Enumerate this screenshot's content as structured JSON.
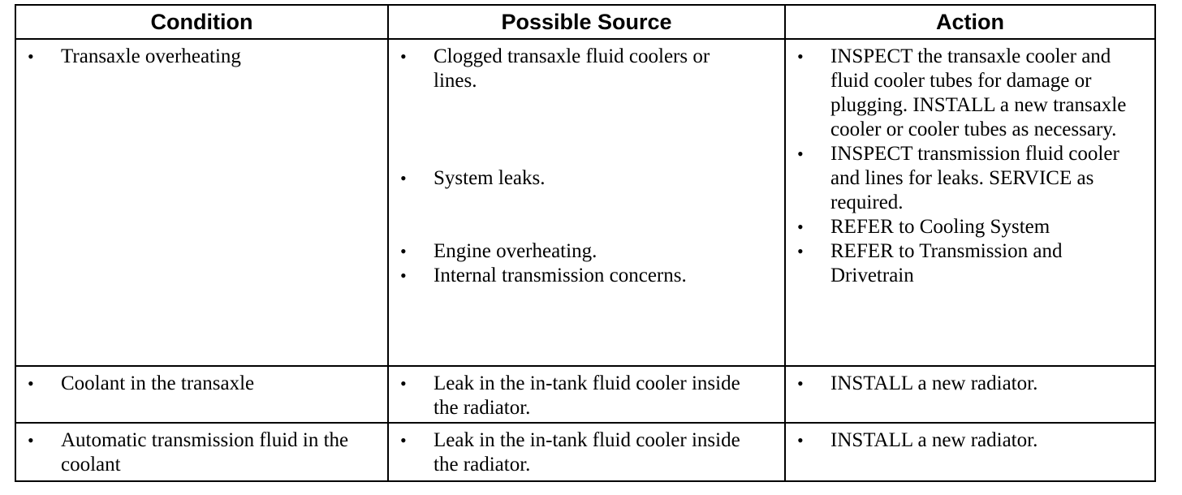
{
  "headers": {
    "condition": "Condition",
    "source": "Possible Source",
    "action": "Action"
  },
  "bullet": "•",
  "rows": [
    {
      "condition": [
        "Transaxle overheating"
      ],
      "sources": [
        "Clogged transaxle fluid coolers or lines.",
        "System leaks.",
        "Engine overheating.",
        "Internal transmission concerns."
      ],
      "actions": [
        "INSPECT the transaxle cooler and fluid cooler tubes for damage or plugging. INSTALL a new transaxle cooler or cooler tubes as necessary.",
        "INSPECT transmission fluid cooler and lines for leaks. SERVICE as required.",
        "REFER to Cooling System",
        "REFER to Transmission and Drivetrain"
      ]
    },
    {
      "condition": [
        "Coolant in the transaxle"
      ],
      "sources": [
        "Leak in the in-tank fluid cooler inside the radiator."
      ],
      "actions": [
        "INSTALL a new radiator."
      ]
    },
    {
      "condition": [
        "Automatic transmission fluid in the coolant"
      ],
      "sources": [
        "Leak in the in-tank fluid cooler inside the radiator."
      ],
      "actions": [
        "INSTALL a new radiator."
      ]
    }
  ]
}
